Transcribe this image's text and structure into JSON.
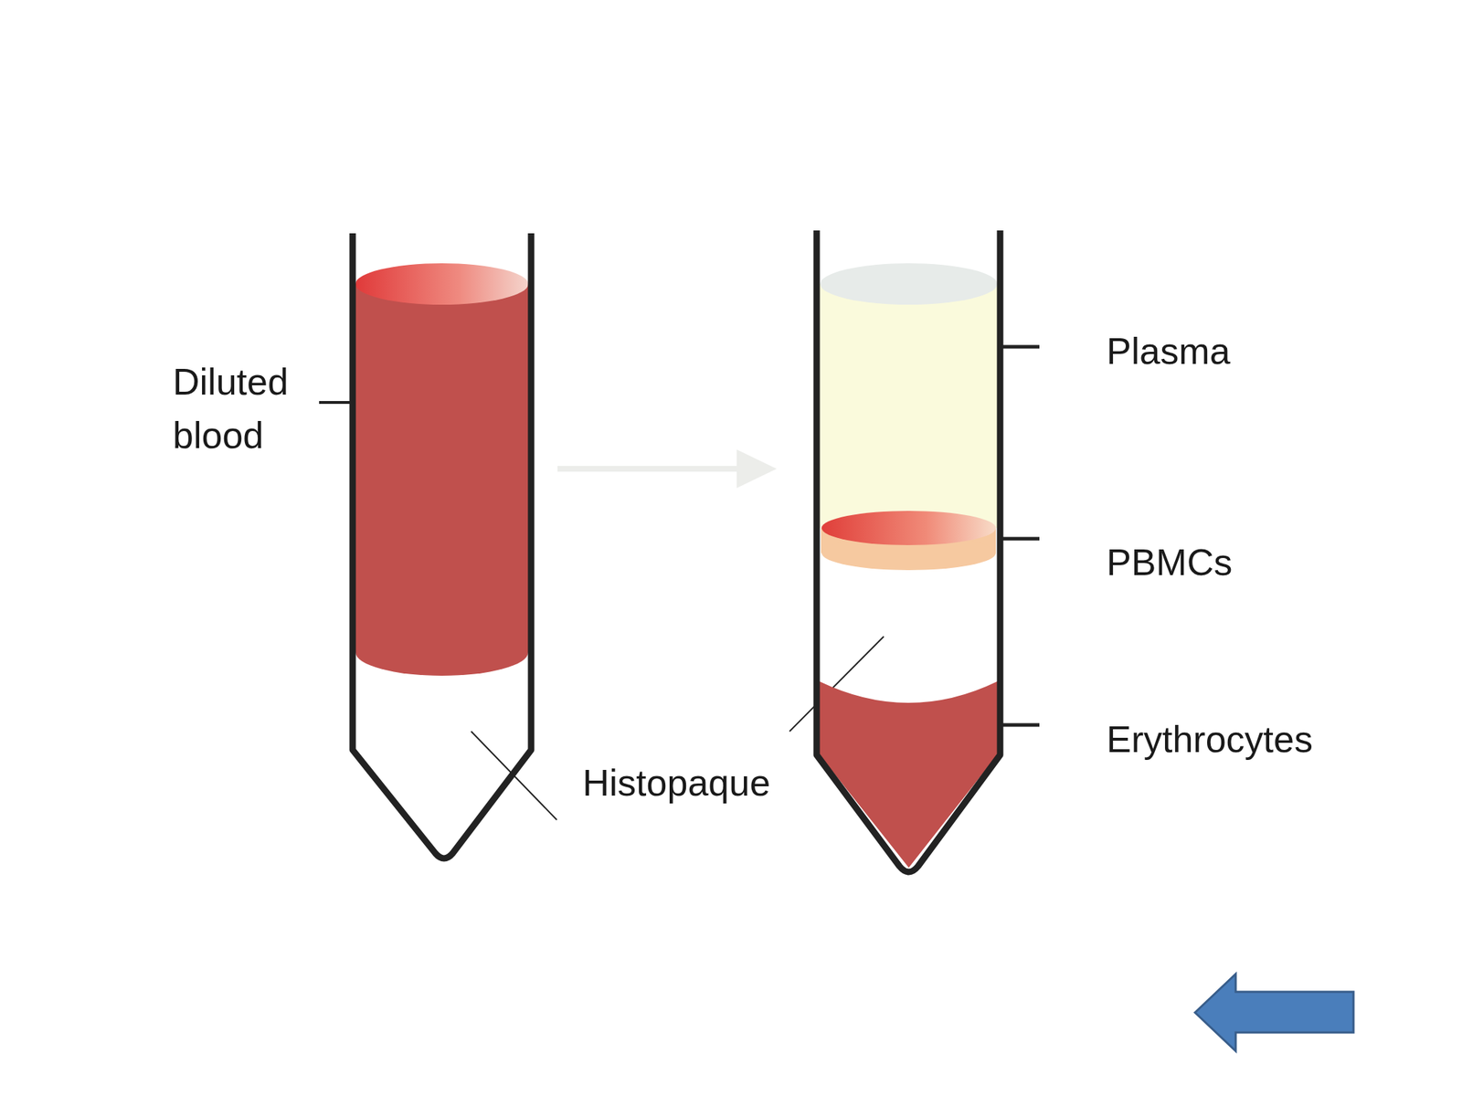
{
  "diagram": {
    "labels": [
      "Diluted blood",
      "Histopaque",
      "Plasma",
      "PBMCs",
      "Erythrocytes"
    ]
  }
}
